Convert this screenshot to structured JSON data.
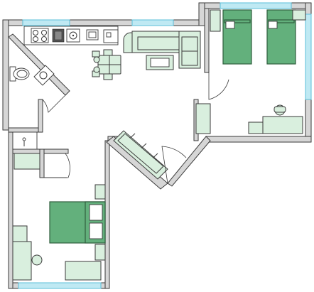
{
  "plan": {
    "colors": {
      "furniture": "#d9efde",
      "bed": "#63b07c",
      "window": "#bfe9f3",
      "wall": "#3a3a3a"
    },
    "rooms": [
      "living-kitchen",
      "bathroom",
      "bedroom-twin",
      "bedroom-double",
      "hall"
    ]
  }
}
